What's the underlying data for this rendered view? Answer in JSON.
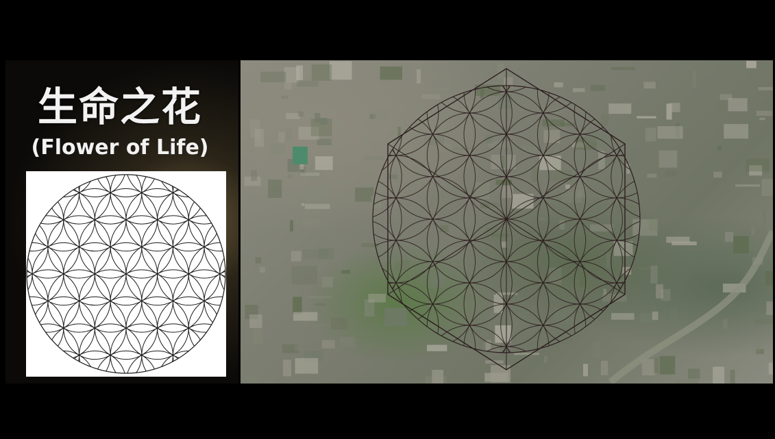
{
  "title": {
    "chinese": "生命之花",
    "english": "(Flower of Life)"
  },
  "colors": {
    "background": "#000000",
    "title_text": "#f2f2f2",
    "line_color": "#1a1a1a",
    "overlay_line_color": "#2b1d1e"
  },
  "images": {
    "left": "flower-of-life-diagram",
    "right": "satellite-map-with-hexagon-overlay"
  }
}
